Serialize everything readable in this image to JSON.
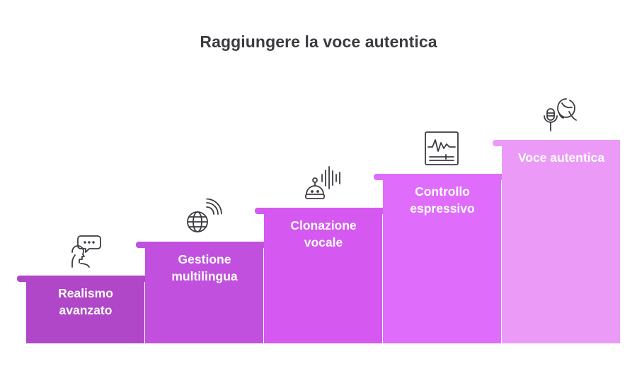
{
  "title": "Raggiungere la voce autentica",
  "steps": [
    {
      "line1": "Realismo",
      "line2": "avanzato",
      "color": "#b046c8",
      "icon": "speaking-person-icon"
    },
    {
      "line1": "Gestione",
      "line2": "multilingua",
      "color": "#c050dd",
      "icon": "globe-signal-icon"
    },
    {
      "line1": "Clonazione",
      "line2": "vocale",
      "color": "#d558f0",
      "icon": "robot-voice-icon"
    },
    {
      "line1": "Controllo",
      "line2": "espressivo",
      "color": "#e06cfb",
      "icon": "waveform-monitor-icon"
    },
    {
      "line1": "Voce autentica",
      "line2": "",
      "color": "#eb9af8",
      "icon": "microphone-face-icon"
    }
  ],
  "colors": {
    "title": "#3d3a40",
    "icon_stroke": "#3d3a40"
  }
}
